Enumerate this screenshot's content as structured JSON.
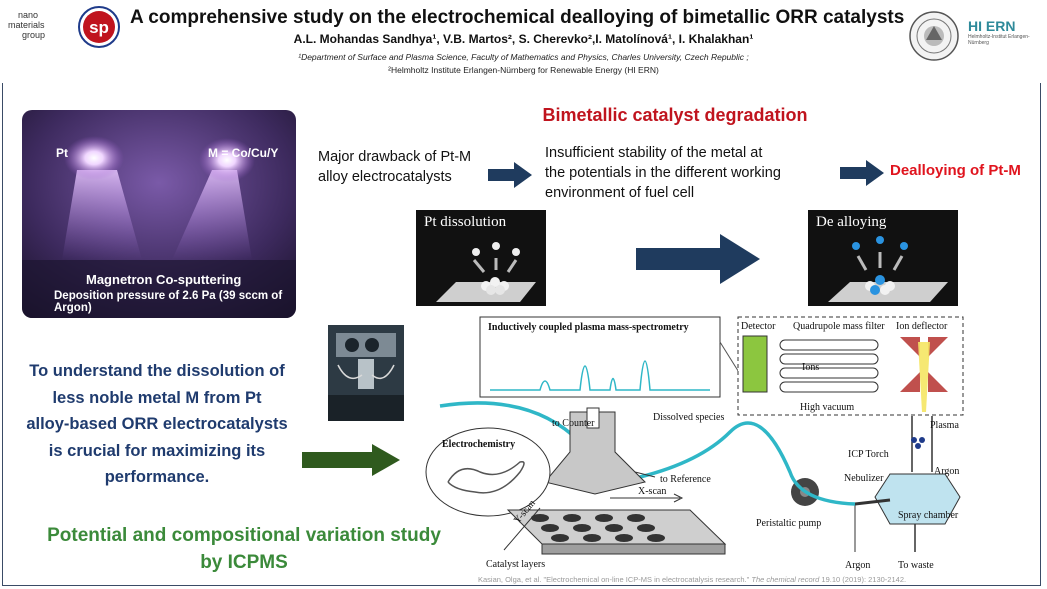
{
  "header": {
    "left_logo_text": [
      "nano",
      "materials",
      "group"
    ],
    "center_logo_text": "sp",
    "right_logo_text": "HI ERN",
    "right_logo_sub": "Helmholtz-Institut Erlangen-Nürnberg",
    "title": "A comprehensive study on the electrochemical dealloying of bimetallic ORR catalysts",
    "authors": "A.L. Mohandas Sandhya¹, V.B. Martos², S. Cherevko²,I. Matolínová¹, I. Khalakhan¹",
    "affiliation1": "¹Department of Surface and Plasma Science, Faculty of Mathematics and Physics, Charles University, Czech Republic ;",
    "affiliation2": "²Helmholtz Institute Erlangen-Nürnberg for Renewable Energy (HI ERN)"
  },
  "photo": {
    "label_pt": "Pt",
    "label_m": "M = Co/Cu/Y",
    "caption1": "Magnetron Co-sputtering",
    "caption2": "Deposition pressure of 2.6 Pa (39 sccm of Argon)"
  },
  "degradation": {
    "heading": "Bimetallic catalyst degradation",
    "drawback": [
      "Major drawback of Pt-M",
      "alloy electrocatalysts"
    ],
    "instability": [
      "Insufficient stability of the metal at",
      "the potentials in the different working",
      "environment of fuel cell"
    ],
    "result": "Dealloying of Pt-M",
    "pt_dissolution": "Pt dissolution",
    "de_alloying": "De alloying"
  },
  "aim": {
    "text": [
      "To understand the dissolution of",
      "less noble metal M from Pt",
      "alloy-based ORR electrocatalysts",
      "is crucial for maximizing its",
      "performance."
    ]
  },
  "study": {
    "text": [
      "Potential and compositional variation study",
      "by ICPMS"
    ]
  },
  "diagram": {
    "icpms_title": "Inductively coupled plasma mass-spectrometry",
    "detector": "Detector",
    "quadrupole": "Quadrupole mass filter",
    "ion_deflector": "Ion deflector",
    "ions": "Ions",
    "high_vacuum": "High vacuum",
    "plasma": "Plasma",
    "icp_torch": "ICP Torch",
    "argon_top": "Argon",
    "nebulizer": "Nebulizer",
    "spray_chamber": "Spray chamber",
    "argon_bottom": "Argon",
    "to_waste": "To waste",
    "peristaltic_pump": "Peristaltic pump",
    "to_counter": "to Counter",
    "dissolved_species": "Dissolved species",
    "to_reference": "to Reference",
    "x_scan": "X-scan",
    "y_scan": "Y-scan",
    "catalyst_layers": "Catalyst layers",
    "electrochemistry": "Electrochemistry"
  },
  "reference": {
    "authors": "Kasian, Olga, et al. \"Electrochemical on-line ICP-MS in electrocatalysis research.\"",
    "journal": "The chemical record",
    "details": "19.10 (2019): 2130-2142."
  },
  "colors": {
    "title_red": "#c0141e",
    "aim_blue": "#1f3b6e",
    "study_green": "#3b8a3a",
    "arrow_navy": "#1f3b5e",
    "arrow_green": "#2f5a1e",
    "tube_teal": "#2fb7c7"
  }
}
